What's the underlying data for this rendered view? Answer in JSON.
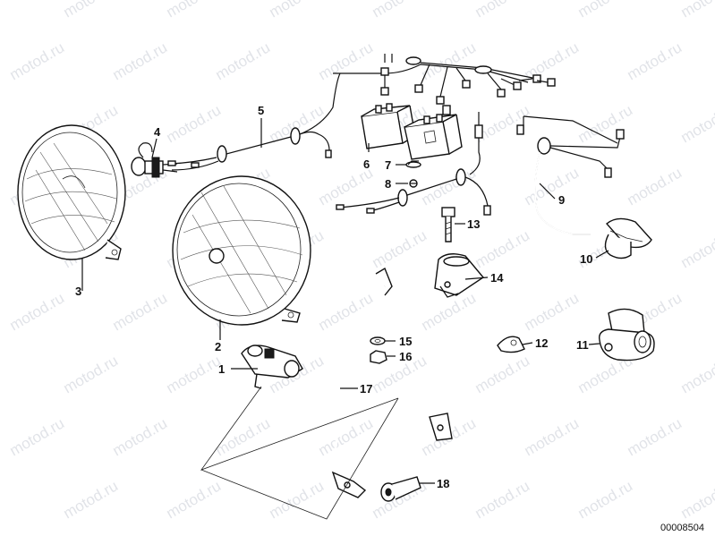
{
  "diagram": {
    "drawing_code": "00008504",
    "watermark": "motod.ru",
    "callouts": [
      "1",
      "2",
      "3",
      "4",
      "5",
      "6",
      "7",
      "8",
      "9",
      "10",
      "11",
      "12",
      "13",
      "14",
      "15",
      "16",
      "17",
      "18"
    ]
  }
}
